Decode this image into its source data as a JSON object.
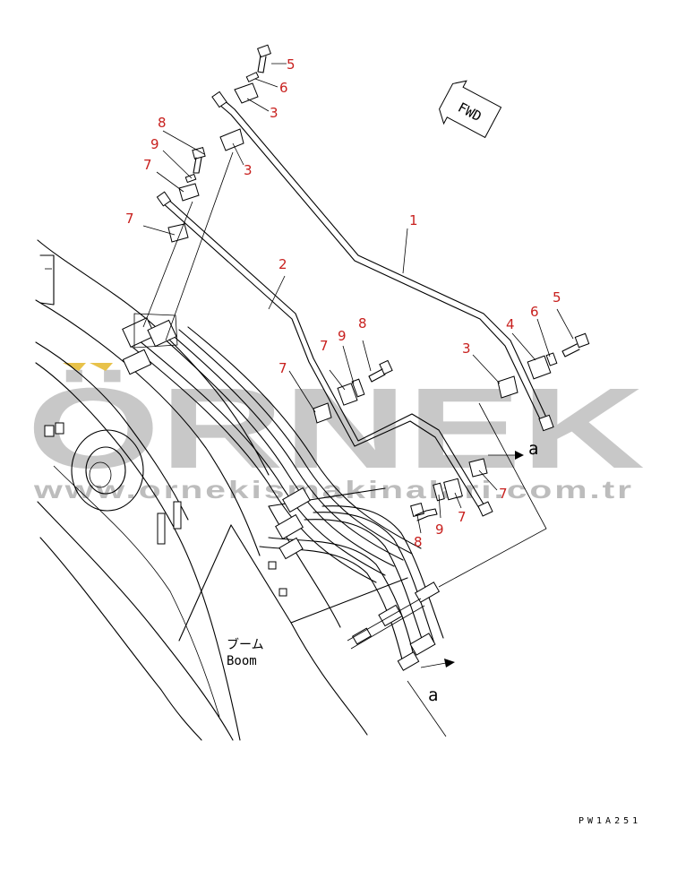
{
  "watermark": {
    "logo_text": "ÖRNEK",
    "url_text": "www.ornekismakinalari.com.tr"
  },
  "diagram": {
    "fwd_label": "FWD",
    "boom_label_jp": "ブーム",
    "boom_label_en": "Boom",
    "view_marker": "a",
    "drawing_code": "PW1A251"
  },
  "callouts": [
    "1",
    "2",
    "3",
    "3",
    "3",
    "4",
    "5",
    "5",
    "6",
    "6",
    "7",
    "7",
    "7",
    "7",
    "7",
    "7",
    "8",
    "8",
    "8",
    "9",
    "9",
    "9"
  ]
}
